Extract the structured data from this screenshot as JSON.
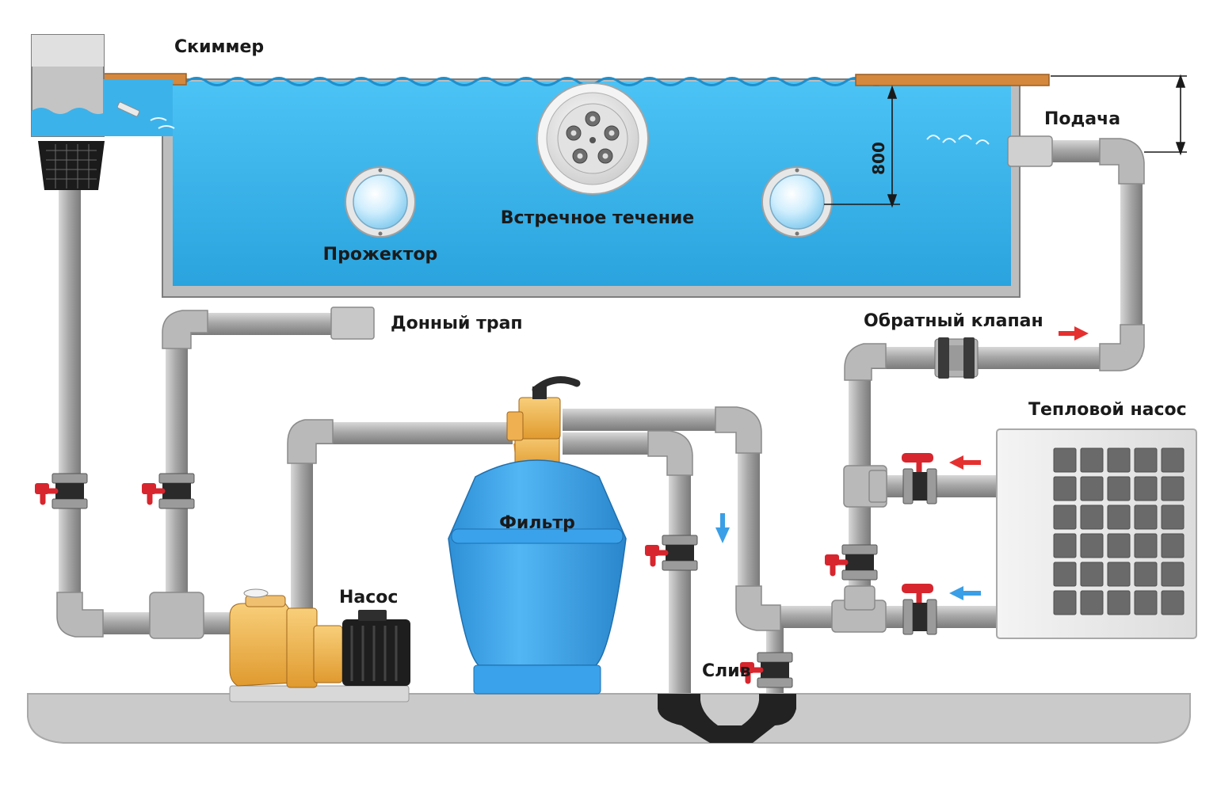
{
  "labels": {
    "skimmer": "Скиммер",
    "supply": "Подача",
    "counter_current": "Встречное течение",
    "spotlight": "Прожектор",
    "bottom_drain": "Донный трап",
    "check_valve": "Обратный клапан",
    "heat_pump": "Тепловой насос",
    "filter": "Фильтр",
    "pump": "Насос",
    "drain": "Слив"
  },
  "dimension": {
    "depth": "800"
  },
  "colors": {
    "water": "#3fb6ef",
    "water_dark": "#2a9fd8",
    "pipe": "#9a9a9a",
    "pipe_light": "#c9c9c9",
    "filter": "#3ea6ee",
    "pump": "#f3b64d",
    "valve_handle": "#d7262e",
    "arrow_red": "#e53030",
    "arrow_blue": "#3a9fe6",
    "deck": "#d4883e",
    "floor": "#c9c9c9",
    "drain_pipe": "#222222"
  },
  "icons": {
    "valve": "ball-valve-icon",
    "arrow": "flow-arrow-icon",
    "light": "pool-light-icon",
    "nozzle": "counter-current-nozzle-icon"
  }
}
